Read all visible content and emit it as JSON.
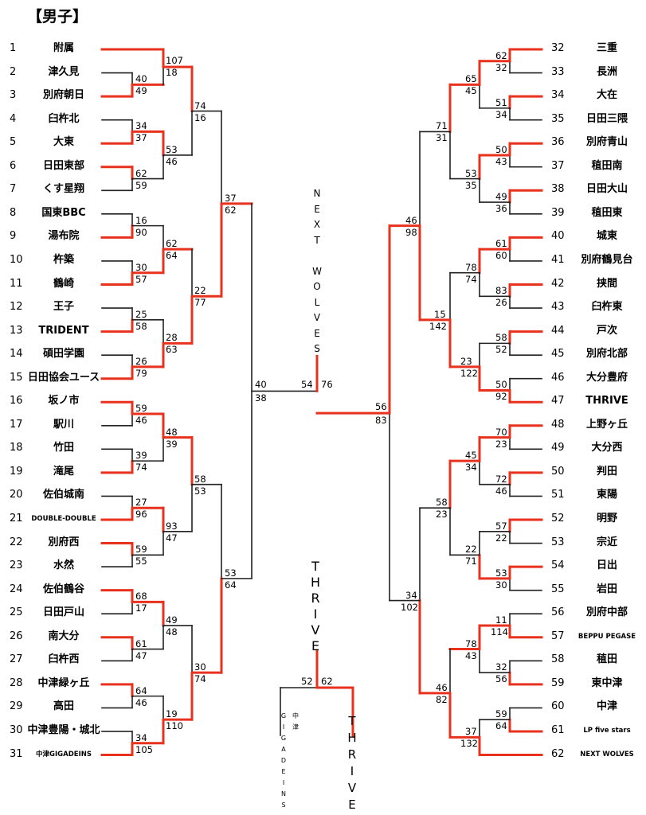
{
  "title": "【男子】",
  "colors": {
    "winner": "#e8321e",
    "loser": "#222222"
  },
  "left_teams": [
    {
      "n": "1",
      "name": "附属"
    },
    {
      "n": "2",
      "name": "津久見"
    },
    {
      "n": "3",
      "name": "別府朝日"
    },
    {
      "n": "4",
      "name": "臼杵北"
    },
    {
      "n": "5",
      "name": "大東"
    },
    {
      "n": "6",
      "name": "日田東部"
    },
    {
      "n": "7",
      "name": "くす星翔"
    },
    {
      "n": "8",
      "name": "国東BBC"
    },
    {
      "n": "9",
      "name": "湯布院"
    },
    {
      "n": "10",
      "name": "杵築"
    },
    {
      "n": "11",
      "name": "鶴崎"
    },
    {
      "n": "12",
      "name": "王子"
    },
    {
      "n": "13",
      "name": "TRIDENT"
    },
    {
      "n": "14",
      "name": "碩田学園"
    },
    {
      "n": "15",
      "name": "日田協会ユース"
    },
    {
      "n": "16",
      "name": "坂ノ市"
    },
    {
      "n": "17",
      "name": "駅川"
    },
    {
      "n": "18",
      "name": "竹田"
    },
    {
      "n": "19",
      "name": "滝尾"
    },
    {
      "n": "20",
      "name": "佐伯城南"
    },
    {
      "n": "21",
      "name": "DOUBLE-DOUBLE"
    },
    {
      "n": "22",
      "name": "別府西"
    },
    {
      "n": "23",
      "name": "水然"
    },
    {
      "n": "24",
      "name": "佐伯鶴谷"
    },
    {
      "n": "25",
      "name": "日田戸山"
    },
    {
      "n": "26",
      "name": "南大分"
    },
    {
      "n": "27",
      "name": "臼杵西"
    },
    {
      "n": "28",
      "name": "中津緑ヶ丘"
    },
    {
      "n": "29",
      "name": "高田"
    },
    {
      "n": "30",
      "name": "中津豊陽・城北"
    },
    {
      "n": "31",
      "name": "中津GIGADEINS"
    }
  ],
  "right_teams": [
    {
      "n": "32",
      "name": "三重"
    },
    {
      "n": "33",
      "name": "長洲"
    },
    {
      "n": "34",
      "name": "大在"
    },
    {
      "n": "35",
      "name": "日田三隈"
    },
    {
      "n": "36",
      "name": "別府青山"
    },
    {
      "n": "37",
      "name": "稙田南"
    },
    {
      "n": "38",
      "name": "日田大山"
    },
    {
      "n": "39",
      "name": "稙田東"
    },
    {
      "n": "40",
      "name": "城東"
    },
    {
      "n": "41",
      "name": "別府鶴見台"
    },
    {
      "n": "42",
      "name": "挟間"
    },
    {
      "n": "43",
      "name": "臼杵東"
    },
    {
      "n": "44",
      "name": "戸次"
    },
    {
      "n": "45",
      "name": "別府北部"
    },
    {
      "n": "46",
      "name": "大分豊府"
    },
    {
      "n": "47",
      "name": "THRIVE"
    },
    {
      "n": "48",
      "name": "上野ヶ丘"
    },
    {
      "n": "49",
      "name": "大分西"
    },
    {
      "n": "50",
      "name": "判田"
    },
    {
      "n": "51",
      "name": "東陽"
    },
    {
      "n": "52",
      "name": "明野"
    },
    {
      "n": "53",
      "name": "宗近"
    },
    {
      "n": "54",
      "name": "日出"
    },
    {
      "n": "55",
      "name": "岩田"
    },
    {
      "n": "56",
      "name": "別府中部"
    },
    {
      "n": "57",
      "name": "BEPPU PEGASE"
    },
    {
      "n": "58",
      "name": "稙田"
    },
    {
      "n": "59",
      "name": "東中津"
    },
    {
      "n": "60",
      "name": "中津"
    },
    {
      "n": "61",
      "name": "LP five stars"
    },
    {
      "n": "62",
      "name": "NEXT WOLVES"
    }
  ],
  "scores": [
    {
      "id": "s1a",
      "v": "107"
    },
    {
      "id": "s1b",
      "v": "18"
    },
    {
      "id": "s2a",
      "v": "40"
    },
    {
      "id": "s2b",
      "v": "49"
    },
    {
      "id": "s3a",
      "v": "74"
    },
    {
      "id": "s3b",
      "v": "16"
    },
    {
      "id": "s4a",
      "v": "34"
    },
    {
      "id": "s4b",
      "v": "37"
    },
    {
      "id": "s5a",
      "v": "53"
    },
    {
      "id": "s5b",
      "v": "46"
    },
    {
      "id": "s6a",
      "v": "62"
    },
    {
      "id": "s6b",
      "v": "59"
    },
    {
      "id": "s7a",
      "v": "37"
    },
    {
      "id": "s7b",
      "v": "62"
    },
    {
      "id": "s8a",
      "v": "16"
    },
    {
      "id": "s8b",
      "v": "90"
    },
    {
      "id": "s9a",
      "v": "62"
    },
    {
      "id": "s9b",
      "v": "64"
    },
    {
      "id": "s10a",
      "v": "30"
    },
    {
      "id": "s10b",
      "v": "57"
    },
    {
      "id": "s11a",
      "v": "22"
    },
    {
      "id": "s11b",
      "v": "77"
    },
    {
      "id": "s12a",
      "v": "25"
    },
    {
      "id": "s12b",
      "v": "58"
    },
    {
      "id": "s13a",
      "v": "28"
    },
    {
      "id": "s13b",
      "v": "63"
    },
    {
      "id": "s14a",
      "v": "26"
    },
    {
      "id": "s14b",
      "v": "79"
    },
    {
      "id": "s15a",
      "v": "40"
    },
    {
      "id": "s15b",
      "v": "38"
    },
    {
      "id": "s16a",
      "v": "59"
    },
    {
      "id": "s16b",
      "v": "46"
    },
    {
      "id": "s17a",
      "v": "48"
    },
    {
      "id": "s17b",
      "v": "39"
    },
    {
      "id": "s18a",
      "v": "39"
    },
    {
      "id": "s18b",
      "v": "74"
    },
    {
      "id": "s19a",
      "v": "58"
    },
    {
      "id": "s19b",
      "v": "53"
    },
    {
      "id": "s20a",
      "v": "27"
    },
    {
      "id": "s20b",
      "v": "96"
    },
    {
      "id": "s21a",
      "v": "93"
    },
    {
      "id": "s21b",
      "v": "47"
    },
    {
      "id": "s22a",
      "v": "59"
    },
    {
      "id": "s22b",
      "v": "55"
    },
    {
      "id": "s23a",
      "v": "53"
    },
    {
      "id": "s23b",
      "v": "64"
    },
    {
      "id": "s24a",
      "v": "68"
    },
    {
      "id": "s24b",
      "v": "17"
    },
    {
      "id": "s25a",
      "v": "49"
    },
    {
      "id": "s25b",
      "v": "48"
    },
    {
      "id": "s26a",
      "v": "61"
    },
    {
      "id": "s26b",
      "v": "47"
    },
    {
      "id": "s27a",
      "v": "30"
    },
    {
      "id": "s27b",
      "v": "74"
    },
    {
      "id": "s28a",
      "v": "64"
    },
    {
      "id": "s28b",
      "v": "46"
    },
    {
      "id": "s29a",
      "v": "19"
    },
    {
      "id": "s29b",
      "v": "110"
    },
    {
      "id": "s30a",
      "v": "34"
    },
    {
      "id": "s30b",
      "v": "105"
    },
    {
      "id": "sc1",
      "v": "54"
    },
    {
      "id": "sc2",
      "v": "76"
    },
    {
      "id": "r1a",
      "v": "62"
    },
    {
      "id": "r1b",
      "v": "32"
    },
    {
      "id": "r2a",
      "v": "65"
    },
    {
      "id": "r2b",
      "v": "45"
    },
    {
      "id": "r3a",
      "v": "51"
    },
    {
      "id": "r3b",
      "v": "34"
    },
    {
      "id": "r4a",
      "v": "71"
    },
    {
      "id": "r4b",
      "v": "31"
    },
    {
      "id": "r5a",
      "v": "50"
    },
    {
      "id": "r5b",
      "v": "43"
    },
    {
      "id": "r6a",
      "v": "53"
    },
    {
      "id": "r6b",
      "v": "35"
    },
    {
      "id": "r7a",
      "v": "49"
    },
    {
      "id": "r7b",
      "v": "36"
    },
    {
      "id": "r8a",
      "v": "46"
    },
    {
      "id": "r8b",
      "v": "98"
    },
    {
      "id": "r9a",
      "v": "61"
    },
    {
      "id": "r9b",
      "v": "60"
    },
    {
      "id": "r10a",
      "v": "78"
    },
    {
      "id": "r10b",
      "v": "74"
    },
    {
      "id": "r11a",
      "v": "83"
    },
    {
      "id": "r11b",
      "v": "26"
    },
    {
      "id": "r12a",
      "v": "15"
    },
    {
      "id": "r12b",
      "v": "142"
    },
    {
      "id": "r13a",
      "v": "58"
    },
    {
      "id": "r13b",
      "v": "52"
    },
    {
      "id": "r14a",
      "v": "23"
    },
    {
      "id": "r14b",
      "v": "122"
    },
    {
      "id": "r15a",
      "v": "50"
    },
    {
      "id": "r15b",
      "v": "92"
    },
    {
      "id": "r16a",
      "v": "56"
    },
    {
      "id": "r16b",
      "v": "83"
    },
    {
      "id": "r17a",
      "v": "70"
    },
    {
      "id": "r17b",
      "v": "23"
    },
    {
      "id": "r18a",
      "v": "45"
    },
    {
      "id": "r18b",
      "v": "34"
    },
    {
      "id": "r19a",
      "v": "72"
    },
    {
      "id": "r19b",
      "v": "46"
    },
    {
      "id": "r20a",
      "v": "58"
    },
    {
      "id": "r20b",
      "v": "23"
    },
    {
      "id": "r21a",
      "v": "57"
    },
    {
      "id": "r21b",
      "v": "22"
    },
    {
      "id": "r22a",
      "v": "22"
    },
    {
      "id": "r22b",
      "v": "71"
    },
    {
      "id": "r23a",
      "v": "53"
    },
    {
      "id": "r23b",
      "v": "30"
    },
    {
      "id": "r24a",
      "v": "34"
    },
    {
      "id": "r24b",
      "v": "102"
    },
    {
      "id": "r25a",
      "v": "11"
    },
    {
      "id": "r25b",
      "v": "114"
    },
    {
      "id": "r26a",
      "v": "78"
    },
    {
      "id": "r26b",
      "v": "43"
    },
    {
      "id": "r27a",
      "v": "32"
    },
    {
      "id": "r27b",
      "v": "56"
    },
    {
      "id": "r28a",
      "v": "46"
    },
    {
      "id": "r28b",
      "v": "82"
    },
    {
      "id": "r29a",
      "v": "59"
    },
    {
      "id": "r29b",
      "v": "64"
    },
    {
      "id": "r30a",
      "v": "37"
    },
    {
      "id": "r30b",
      "v": "132"
    },
    {
      "id": "fa",
      "v": "52"
    },
    {
      "id": "fb",
      "v": "62"
    }
  ],
  "center_top_label": "NEXT WOLVES",
  "center_mid_label": "THRIVE",
  "final_left_label_a": "GIGADEINS",
  "final_left_label_b": "中津",
  "final_right_label": "THRIVE"
}
